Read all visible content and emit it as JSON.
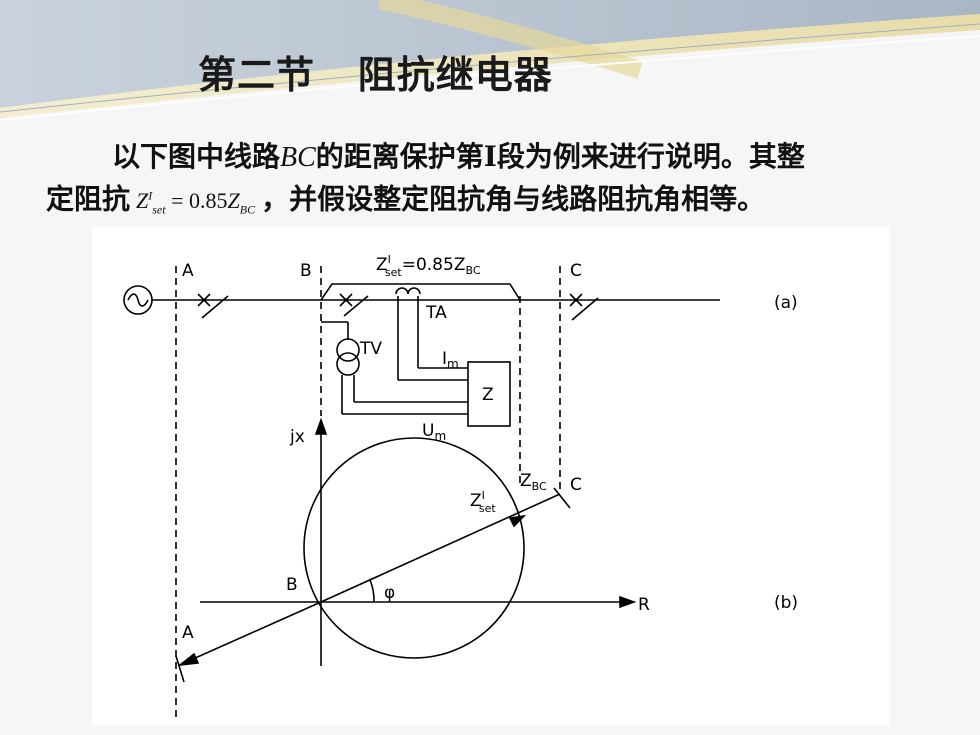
{
  "slide": {
    "title": "第二节   阻抗继电器",
    "paragraph_line1_pre": "以下图中线路",
    "paragraph_line1_italic": "BC",
    "paragraph_line1_post": "的距离保护第Ⅰ段为例来进行说明。其整",
    "paragraph_line2_pre": "定阻抗",
    "paragraph_line2_post": "，并假设整定阻抗角与线路阻抗角相等。",
    "formula": {
      "z_base": "Z",
      "z_sup": "I",
      "z_sub": "set",
      "equals": " = 0.85",
      "rhs_base": "Z",
      "rhs_sub": "BC"
    }
  },
  "figure": {
    "label_a_top": "A",
    "label_b_top": "B",
    "label_c_top": "C",
    "setting_top": "Z",
    "setting_top_sup": "I",
    "setting_top_sub": "set",
    "setting_top_rhs": "=0.85Z",
    "setting_top_rhs_sub": "BC",
    "label_ta": "TA",
    "label_tv": "TV",
    "label_im": "I",
    "label_im_sub": "m",
    "label_z": "Z",
    "label_um": "U",
    "label_um_sub": "m",
    "panel_a": "(a)",
    "panel_b": "(b)",
    "axis_jx": "jx",
    "axis_r": "R",
    "label_b_origin": "B",
    "label_a_bottom": "A",
    "label_c_bottom": "C",
    "label_zbc": "Z",
    "label_zbc_sub": "BC",
    "label_zset": "Z",
    "label_zset_sup": "I",
    "label_zset_sub": "set",
    "label_phi": "φ"
  }
}
